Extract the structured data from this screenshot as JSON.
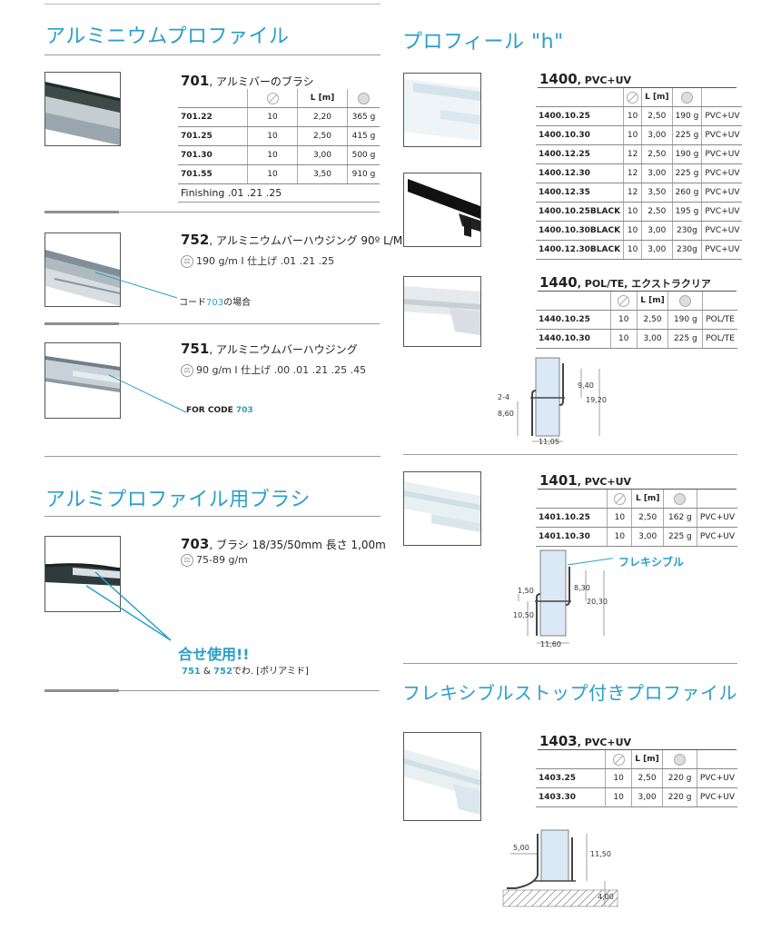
{
  "left": {
    "heading1": "アルミニウムプロファイル",
    "heading2": "アルミプロファイル用ブラシ",
    "p701": {
      "code": "701",
      "name": ", アルミバーのブラシ",
      "col_l": "L [m]",
      "rows": [
        [
          "701.22",
          "10",
          "2,20",
          "365 g"
        ],
        [
          "701.25",
          "10",
          "2,50",
          "415 g"
        ],
        [
          "701.30",
          "10",
          "3,00",
          "500 g"
        ],
        [
          "701.55",
          "10",
          "3,50",
          "910 g"
        ]
      ],
      "finishing": "Finishing .01 .21 .25"
    },
    "p752": {
      "code": "752",
      "name": ", アルミニウムバーハウジング 90º L/M",
      "spec": "190 g/m I 仕上げ .01 .21 .25",
      "note_a": "コード",
      "note_code": "703",
      "note_b": "の場合"
    },
    "p751": {
      "code": "751",
      "name": ", アルミニウムバーハウジング",
      "spec": "90 g/m I 仕上げ .00 .01 .21 .25 .45",
      "note_a": "FOR CODE ",
      "note_code": "703"
    },
    "p703": {
      "code": "703",
      "name": ", ブラシ 18/35/50mm 長さ 1,00m",
      "spec": "75-89 g/m",
      "callout": "合せ使用!!",
      "callout_code1": "751",
      "callout_amp": " & ",
      "callout_code2": "752",
      "callout_rest": "でわ. [ポリアミド]"
    }
  },
  "right": {
    "heading1": "プロフィール \"h\"",
    "heading2": "フレキシブルストップ付きプロファイル",
    "p1400": {
      "code": "1400",
      "name": ", PVC+UV",
      "col_l": "L [m]",
      "rows": [
        [
          "1400.10.25",
          "10",
          "2,50",
          "190 g",
          "PVC+UV"
        ],
        [
          "1400.10.30",
          "10",
          "3,00",
          "225 g",
          "PVC+UV"
        ],
        [
          "1400.12.25",
          "12",
          "2,50",
          "190 g",
          "PVC+UV"
        ],
        [
          "1400.12.30",
          "12",
          "3,00",
          "225 g",
          "PVC+UV"
        ],
        [
          "1400.12.35",
          "12",
          "3,50",
          "260 g",
          "PVC+UV"
        ],
        [
          "1400.10.25BLACK",
          "10",
          "2,50",
          "195 g",
          "PVC+UV"
        ],
        [
          "1400.10.30BLACK",
          "10",
          "3,00",
          "230g",
          "PVC+UV"
        ],
        [
          "1400.12.30BLACK",
          "10",
          "3,00",
          "230g",
          "PVC+UV"
        ]
      ]
    },
    "p1440": {
      "code": "1440",
      "name": ", POL/TE, エクストラクリア",
      "col_l": "L [m]",
      "rows": [
        [
          "1440.10.25",
          "10",
          "2,50",
          "190 g",
          "POL/TE"
        ],
        [
          "1440.10.30",
          "10",
          "3,00",
          "225 g",
          "POL/TE"
        ]
      ],
      "dims": {
        "a": "9,40",
        "b": "19,20",
        "c": "2-4",
        "d": "8,60",
        "e": "11,05"
      }
    },
    "p1401": {
      "code": "1401",
      "name": ", PVC+UV",
      "col_l": "L [m]",
      "rows": [
        [
          "1401.10.25",
          "10",
          "2,50",
          "162 g",
          "PVC+UV"
        ],
        [
          "1401.10.30",
          "10",
          "3,00",
          "225 g",
          "PVC+UV"
        ]
      ],
      "flex_label": "フレキシブル",
      "dims": {
        "a": "1,50",
        "b": "8,30",
        "c": "20,30",
        "d": "10,50",
        "e": "11,60"
      }
    },
    "p1403": {
      "code": "1403",
      "name": ", PVC+UV",
      "col_l": "L [m]",
      "rows": [
        [
          "1403.25",
          "10",
          "2,50",
          "220 g",
          "PVC+UV"
        ],
        [
          "1403.30",
          "10",
          "3,00",
          "220 g",
          "PVC+UV"
        ]
      ],
      "dims": {
        "a": "5,00",
        "b": "11,50",
        "c": "4,00"
      }
    }
  },
  "colors": {
    "accent": "#2a9fc6",
    "rule": "#8f8f8f"
  }
}
